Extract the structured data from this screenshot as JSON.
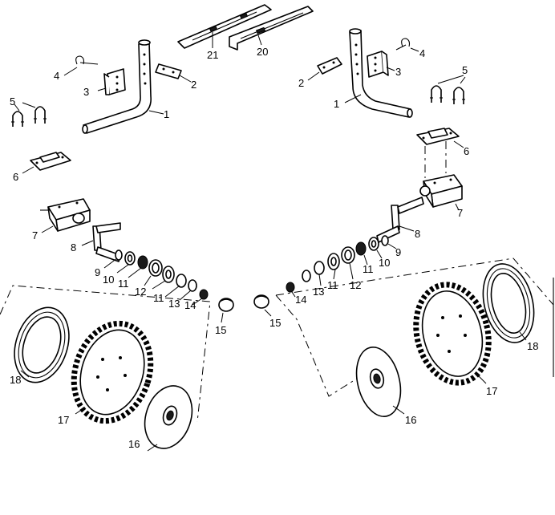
{
  "callouts": {
    "l1": "1",
    "l2": "2",
    "l3": "3",
    "l4": "4",
    "l5": "5",
    "l6": "6",
    "l7": "7",
    "l8": "8",
    "l9": "9",
    "l10": "10",
    "l11a": "11",
    "l11b": "11",
    "l12": "12",
    "l13": "13",
    "l14": "14",
    "l15": "15",
    "l16": "16",
    "l17": "17",
    "l18": "18",
    "r1": "1",
    "r2": "2",
    "r3": "3",
    "r4": "4",
    "r5": "5",
    "r6": "6",
    "r7": "7",
    "r8": "8",
    "r9": "9",
    "r10": "10",
    "r11a": "11",
    "r11b": "11",
    "r12": "12",
    "r13": "13",
    "r14": "14",
    "r15": "15",
    "r16": "16",
    "r17": "17",
    "r18": "18",
    "c20": "20",
    "c21": "21"
  }
}
